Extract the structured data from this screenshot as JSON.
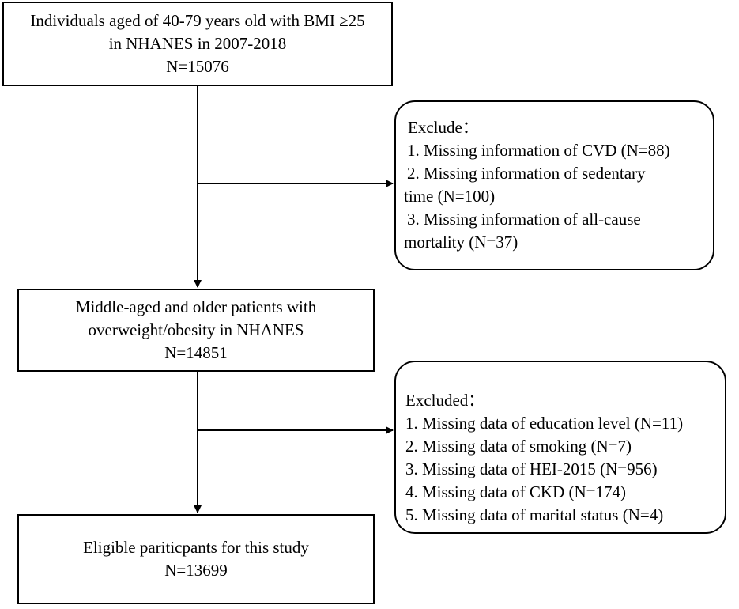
{
  "boxes": {
    "start": {
      "lines": [
        "Individuals aged of 40-79 years old with BMI ≥25",
        "in NHANES in 2007-2018",
        "N=15076"
      ]
    },
    "exclusion_1": {
      "heading": "Exclude：",
      "items": [
        {
          "line1": "1. Missing information of CVD (N=88)",
          "line2": ""
        },
        {
          "line1": "2. Missing information of sedentary",
          "line2": "time (N=100)"
        },
        {
          "line1": "3. Missing information of all-cause",
          "line2": "mortality (N=37)"
        }
      ]
    },
    "middle": {
      "lines": [
        "Middle-aged and older patients with",
        "overweight/obesity in NHANES",
        "N=14851"
      ]
    },
    "exclusion_2": {
      "heading": "Excluded：",
      "items": [
        "1. Missing data of education level (N=11)",
        "2. Missing data of smoking (N=7)",
        "3. Missing data of HEI-2015 (N=956)",
        "4. Missing data of CKD (N=174)",
        "5. Missing data of marital status (N=4)"
      ]
    },
    "final": {
      "lines": [
        "Eligible pariticpants for this study",
        "N=13699"
      ]
    }
  },
  "colors": {
    "line": "#000000",
    "background": "#ffffff"
  }
}
